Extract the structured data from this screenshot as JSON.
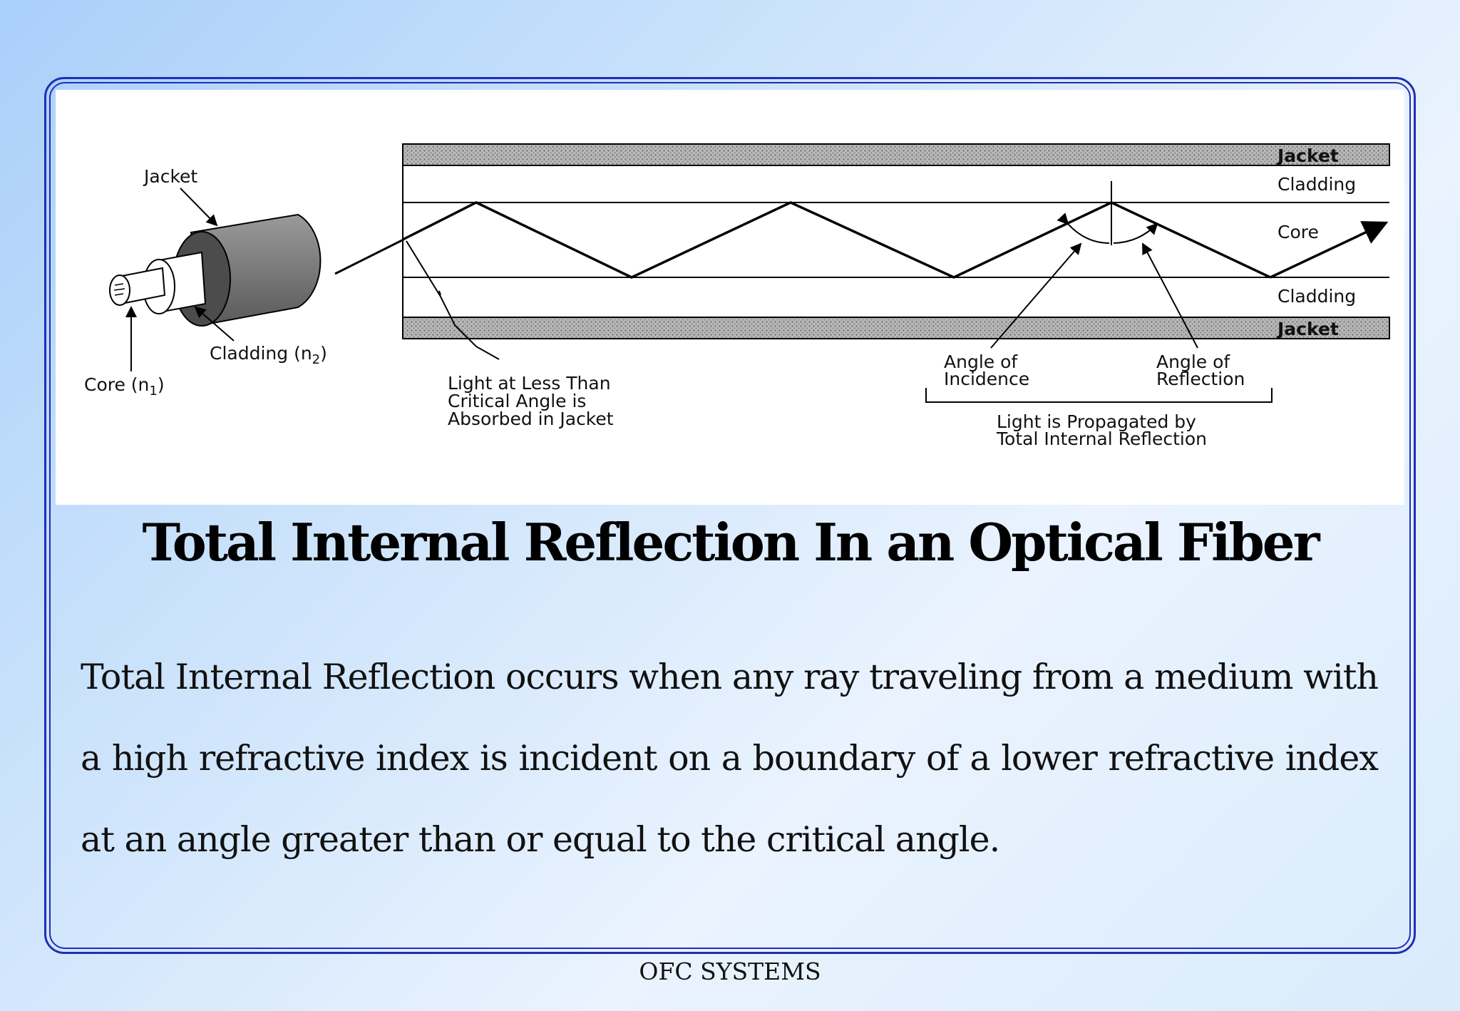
{
  "figure": {
    "labels": {
      "jacket_left": "Jacket",
      "core_left": "Core (n",
      "core_left_sub": "1",
      "cladding_left": "Cladding (n",
      "cladding_left_sub": "2",
      "jacket_top_right": "Jacket",
      "cladding_top_right": "Cladding",
      "core_right": "Core",
      "cladding_bottom_right": "Cladding",
      "jacket_bottom_right": "Jacket",
      "light_absorbed": [
        "Light at Less Than",
        "Critical Angle is",
        "Absorbed in Jacket"
      ],
      "angle_incidence": [
        "Angle of",
        "Incidence"
      ],
      "angle_reflection": [
        "Angle of",
        "Reflection"
      ],
      "propagated": [
        "Light is Propagated by",
        "Total Internal Reflection"
      ]
    }
  },
  "title": "Total Internal Reflection In an Optical Fiber",
  "body_text": "Total Internal Reflection occurs when any ray traveling from a medium with a high refractive index is incident on a boundary of a lower refractive index at an angle greater than or equal to the critical angle.",
  "footer": "OFC SYSTEMS"
}
